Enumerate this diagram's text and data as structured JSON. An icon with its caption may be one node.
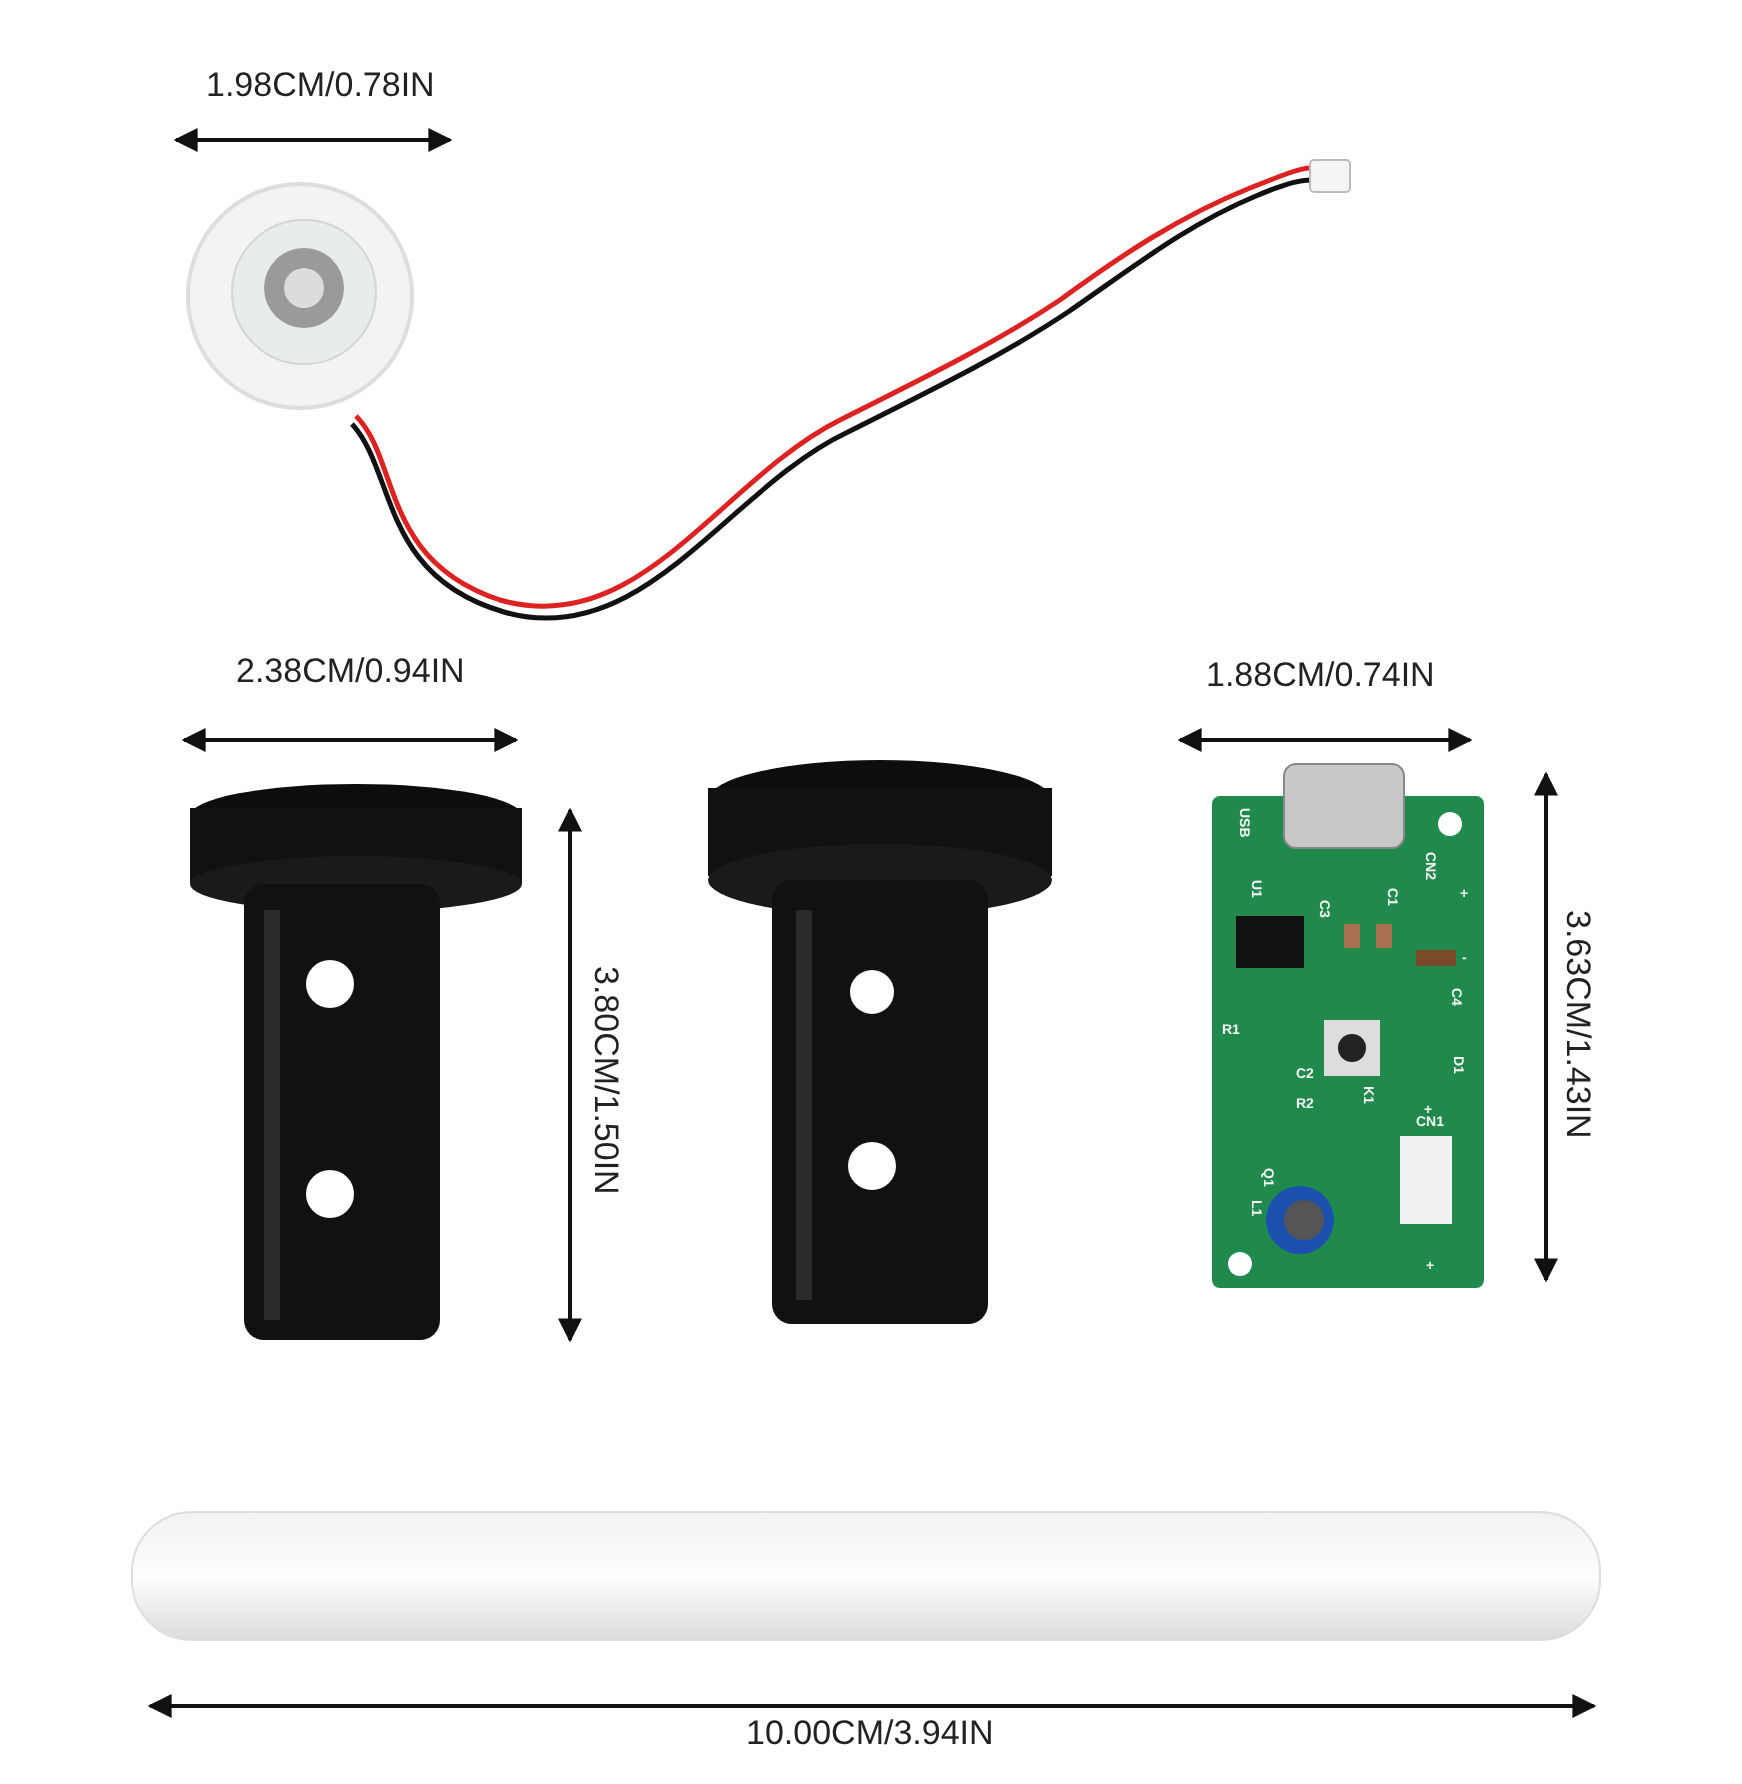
{
  "diagram": {
    "labels": [
      "1.98CM/0.78IN",
      "2.38CM/0.94IN",
      "1.88CM/0.74IN",
      "3.80CM/1.50IN",
      "3.63CM/1.43IN",
      "10.00CM/3.94IN",
      "USB",
      "U1",
      "CN2",
      "C3",
      "C1",
      "+",
      "-",
      "C4",
      "R1",
      "D1",
      "C2",
      "R2",
      "K1",
      "+",
      "CN1",
      "Q1",
      "L1",
      "+"
    ]
  }
}
